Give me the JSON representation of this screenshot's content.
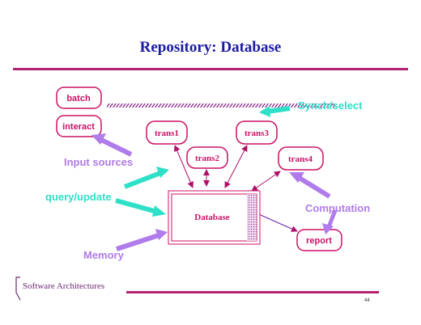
{
  "title": "Repository: Database",
  "boxes": {
    "batch": "batch",
    "interact": "interact",
    "trans1": "trans1",
    "trans2": "trans2",
    "trans3": "trans3",
    "trans4": "trans4",
    "database": "Database",
    "report": "report"
  },
  "labels": {
    "input_sources": "Input sources",
    "query_update": "query/update",
    "synch_select": "Synch/select",
    "computation": "Computation",
    "memory": "Memory"
  },
  "footer": {
    "text": "Software Architectures",
    "page_number": "44"
  },
  "colors": {
    "title": "#1a1aa6",
    "box_border": "#cc1166",
    "violet_arrow": "#b07bea",
    "cyan_arrow": "#2fe0c8",
    "rule": "#b2226f"
  }
}
